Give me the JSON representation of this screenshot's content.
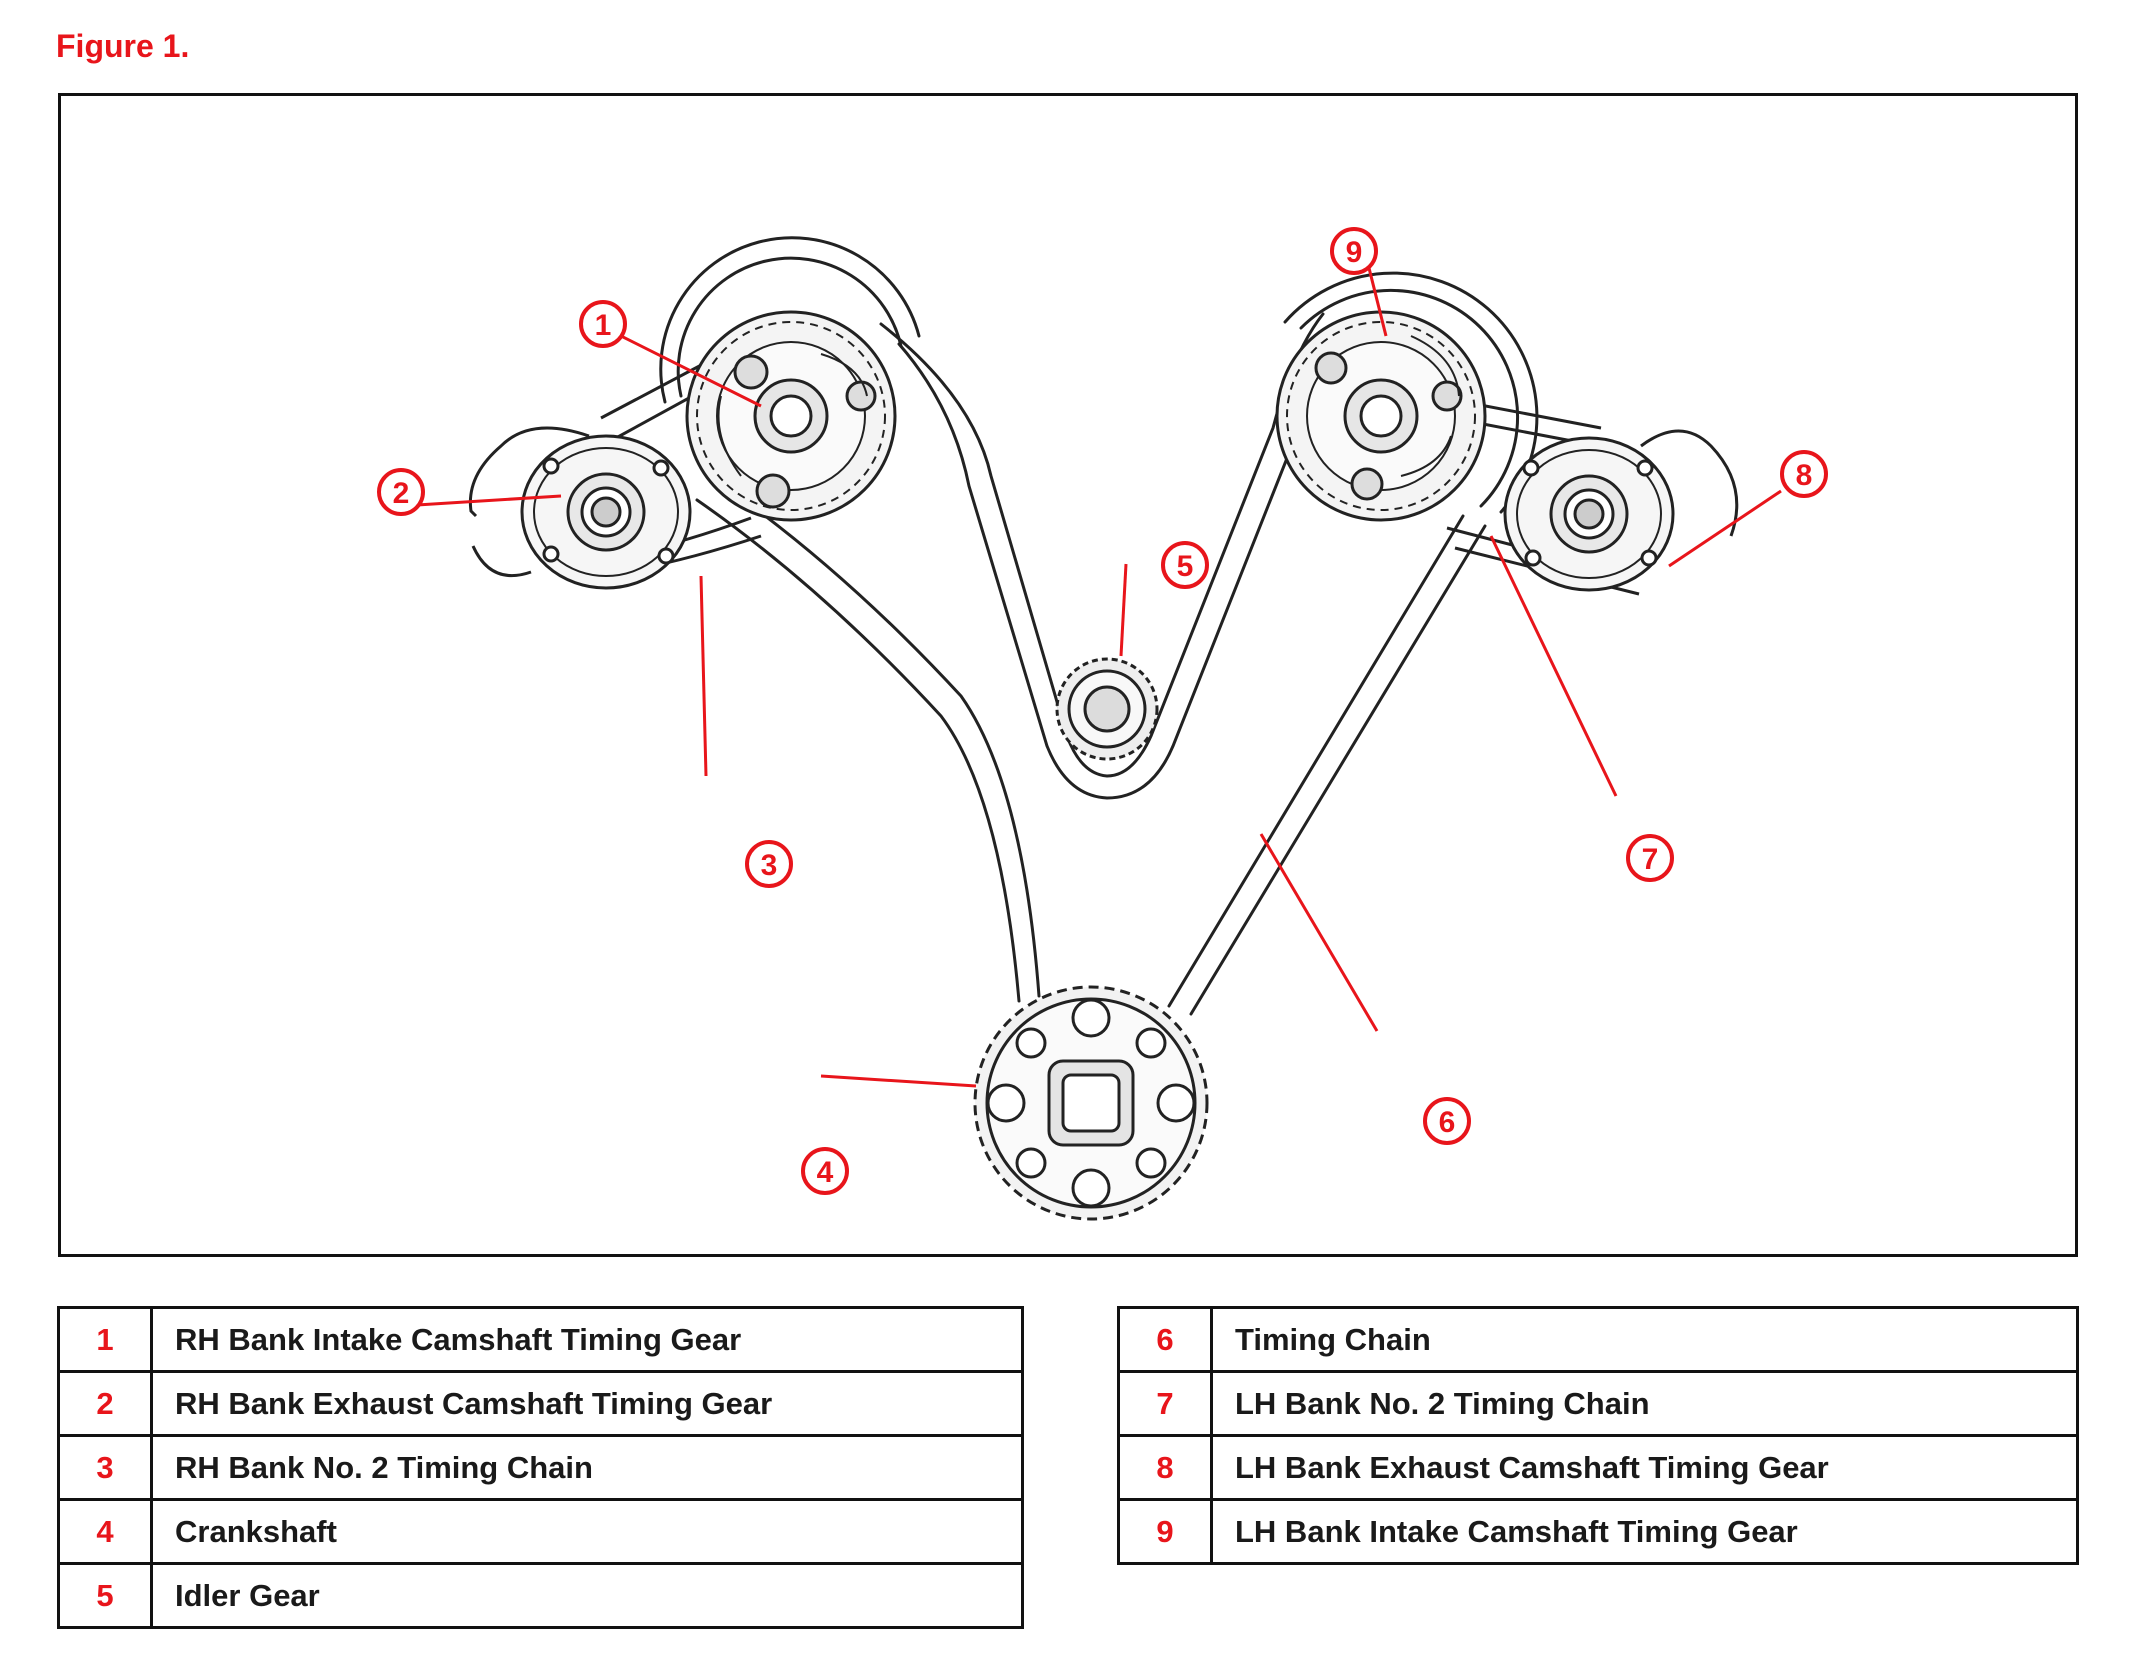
{
  "figure_title": "Figure 1.",
  "callout_color": "#e8151b",
  "callouts": [
    "1",
    "2",
    "3",
    "4",
    "5",
    "6",
    "7",
    "8",
    "9"
  ],
  "legend_left": [
    {
      "num": "1",
      "label": "RH Bank Intake Camshaft Timing Gear"
    },
    {
      "num": "2",
      "label": "RH Bank Exhaust Camshaft Timing Gear"
    },
    {
      "num": "3",
      "label": "RH Bank No. 2 Timing Chain"
    },
    {
      "num": "4",
      "label": "Crankshaft"
    },
    {
      "num": "5",
      "label": "Idler Gear"
    }
  ],
  "legend_right": [
    {
      "num": "6",
      "label": "Timing Chain"
    },
    {
      "num": "7",
      "label": "LH Bank No. 2 Timing Chain"
    },
    {
      "num": "8",
      "label": "LH Bank Exhaust Camshaft Timing Gear"
    },
    {
      "num": "9",
      "label": "LH Bank Intake Camshaft Timing Gear"
    }
  ]
}
